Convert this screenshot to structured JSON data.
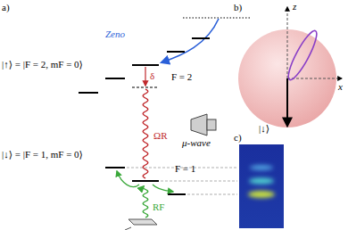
{
  "diagram": {
    "labels": [
      "a)",
      "b)",
      "c)",
      "Zeno",
      "|↑⟩ = |F = 2, mF = 0⟩",
      "F = 2",
      "δ",
      "ΩR",
      "μ-wave",
      "|↓⟩ = |F = 1, mF = 0⟩",
      "F = 1",
      "RF",
      "z",
      "x",
      "|↓⟩"
    ]
  }
}
